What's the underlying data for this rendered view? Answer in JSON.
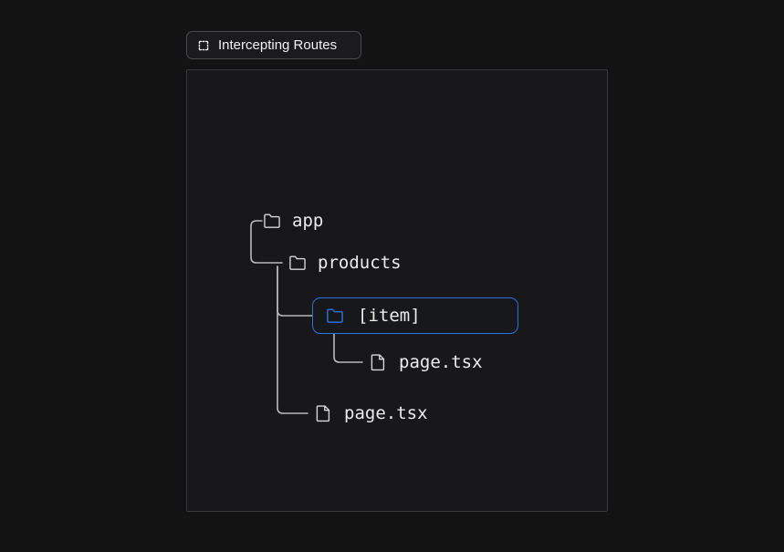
{
  "page": {
    "background_color": "#131314"
  },
  "badge": {
    "icon": "dashed-square-icon",
    "label": "Intercepting Routes",
    "text_color": "#f2f2f3",
    "border_color": "#4a4a4d",
    "background_color": "#1b1b1d"
  },
  "panel": {
    "background_color": "#18181a",
    "border_color": "#3a3a3d"
  },
  "tree": {
    "line_color": "#b9b9bb",
    "highlight_color": "#2f6fdb",
    "nodes": [
      {
        "id": "app",
        "label": "app",
        "icon": "folder-icon",
        "type": "folder",
        "depth": 0,
        "highlighted": false
      },
      {
        "id": "products",
        "label": "products",
        "icon": "folder-icon",
        "type": "folder",
        "depth": 1,
        "highlighted": false
      },
      {
        "id": "item",
        "label": "[item]",
        "icon": "folder-icon",
        "type": "folder",
        "depth": 2,
        "highlighted": true
      },
      {
        "id": "page-item",
        "label": "page.tsx",
        "icon": "file-icon",
        "type": "file",
        "depth": 3,
        "highlighted": false
      },
      {
        "id": "page-root",
        "label": "page.tsx",
        "icon": "file-icon",
        "type": "file",
        "depth": 2,
        "highlighted": false
      }
    ]
  }
}
